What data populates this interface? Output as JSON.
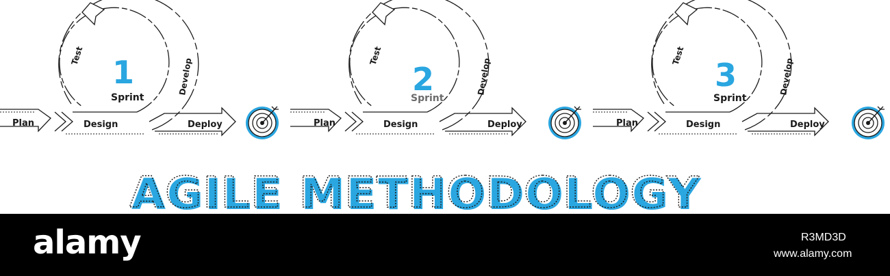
{
  "title": "AGILE METHODOLOGY",
  "stages": {
    "plan": "Plan",
    "design": "Design",
    "deploy": "Deploy",
    "test": "Test",
    "develop": "Develop",
    "sprint": "Sprint"
  },
  "sprints": [
    {
      "number": "1",
      "number_color": "#2aa6e0",
      "sprint_color": "#1a1a1a"
    },
    {
      "number": "2",
      "number_color": "#2aa6e0",
      "sprint_color": "#6b6b6b"
    },
    {
      "number": "3",
      "number_color": "#2aa6e0",
      "sprint_color": "#1a1a1a"
    }
  ],
  "colors": {
    "accent": "#2aa6e0",
    "line": "#1a1a1a"
  },
  "icons": [
    "target-icon",
    "arrow-icon",
    "cycle-arrow-icon"
  ],
  "footer": {
    "brand": "alamy",
    "image_id": "R3MD3D",
    "site": "www.alamy.com"
  }
}
